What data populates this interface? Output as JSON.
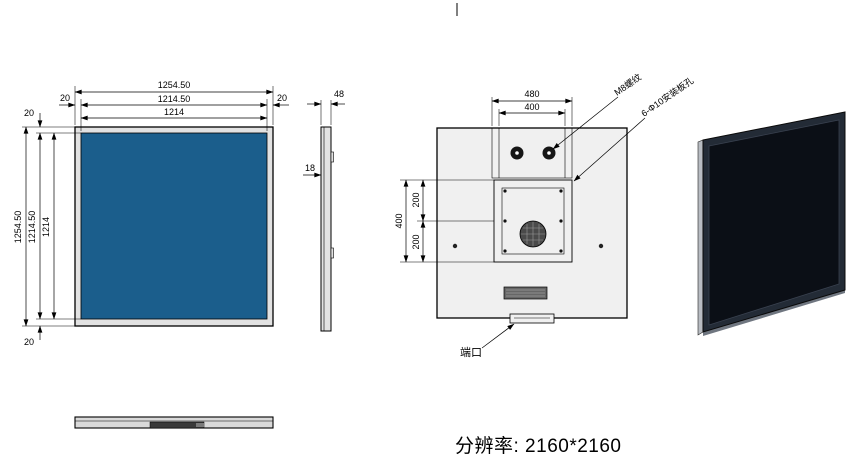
{
  "front_view": {
    "dims": {
      "outer": "1254.50",
      "mid": "1214.50",
      "inner": "1214",
      "margin": "20"
    }
  },
  "side_view": {
    "depth": "48",
    "panel_thickness": "18"
  },
  "back_view": {
    "dims": {
      "bracket_outer": "480",
      "bracket_inner": "400",
      "vesa_total": "400",
      "vesa_upper": "200",
      "vesa_lower": "200"
    },
    "labels": {
      "thread": "M8螺纹",
      "mount_holes": "6-Φ10安装板孔",
      "port": "端口"
    }
  },
  "footer": {
    "resolution": "分辨率: 2160*2160"
  },
  "colors": {
    "screen_blue": "#1b5e8c",
    "body_gray": "#efefef",
    "panel_face": "#0b0f16",
    "panel_frame": "#232b36"
  }
}
